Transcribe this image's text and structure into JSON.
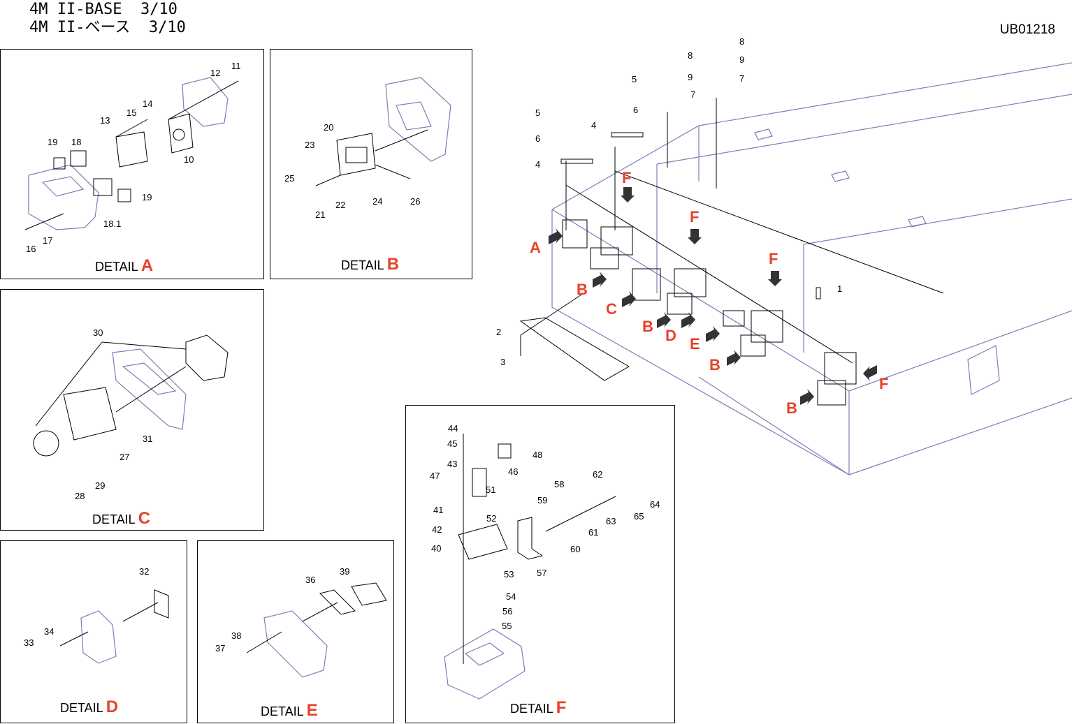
{
  "header": {
    "title_line1": "4M II-BASE  3/10",
    "title_line2": "4M II-ベース  3/10",
    "drawing_code": "UB01218"
  },
  "colors": {
    "accent": "#e8412c",
    "outline": "#7a7fb8",
    "line": "#000000"
  },
  "details": {
    "a": {
      "prefix": "DETAIL",
      "letter": "A",
      "parts": [
        "10",
        "11",
        "12",
        "13",
        "14",
        "15",
        "16",
        "17",
        "18",
        "18.1",
        "19",
        "19"
      ]
    },
    "b": {
      "prefix": "DETAIL",
      "letter": "B",
      "parts": [
        "20",
        "21",
        "22",
        "23",
        "24",
        "25",
        "26"
      ]
    },
    "c": {
      "prefix": "DETAIL",
      "letter": "C",
      "parts": [
        "27",
        "28",
        "29",
        "30",
        "31"
      ]
    },
    "d": {
      "prefix": "DETAIL",
      "letter": "D",
      "parts": [
        "32",
        "33",
        "34"
      ]
    },
    "e": {
      "prefix": "DETAIL",
      "letter": "E",
      "parts": [
        "36",
        "37",
        "38",
        "39"
      ]
    },
    "f": {
      "prefix": "DETAIL",
      "letter": "F",
      "parts": [
        "40",
        "41",
        "42",
        "43",
        "44",
        "45",
        "46",
        "47",
        "48",
        "51",
        "52",
        "53",
        "54",
        "55",
        "56",
        "57",
        "58",
        "59",
        "60",
        "61",
        "62",
        "63",
        "64",
        "65"
      ]
    }
  },
  "main": {
    "parts": [
      "1",
      "2",
      "3",
      "4",
      "4",
      "5",
      "5",
      "6",
      "6",
      "7",
      "7",
      "8",
      "8",
      "9",
      "9"
    ],
    "callouts": [
      "A",
      "B",
      "B",
      "B",
      "B",
      "C",
      "D",
      "E",
      "F",
      "F",
      "F",
      "F"
    ]
  }
}
